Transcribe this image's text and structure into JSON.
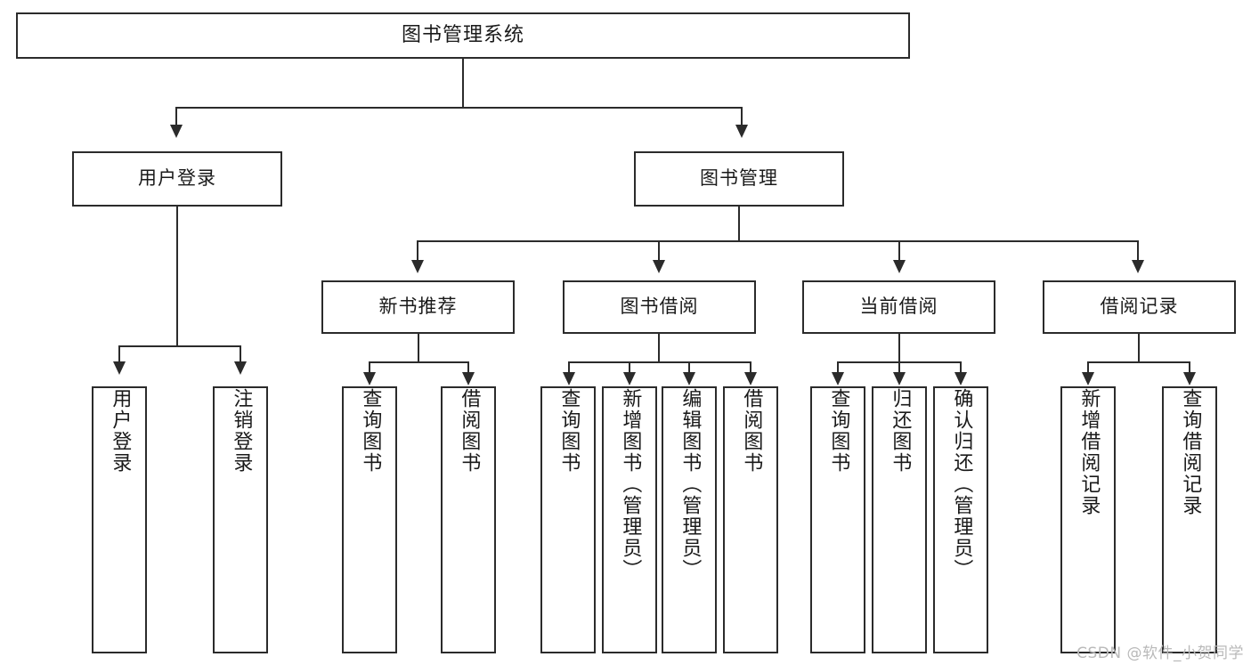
{
  "diagram": {
    "title": "图书管理系统",
    "type": "tree-hierarchy-diagram",
    "colors": {
      "stroke": "#2b2b2b",
      "fill": "#ffffff",
      "text": "#1a1a1a",
      "watermark": "#b9b9b9"
    },
    "levels": {
      "root": {
        "label": "图书管理系统"
      },
      "level2": [
        {
          "label": "用户登录"
        },
        {
          "label": "图书管理"
        }
      ],
      "level3": [
        {
          "label": "新书推荐"
        },
        {
          "label": "图书借阅"
        },
        {
          "label": "当前借阅"
        },
        {
          "label": "借阅记录"
        }
      ],
      "leaves": {
        "user_login": [
          {
            "label": "用户登录"
          },
          {
            "label": "注销登录"
          }
        ],
        "new_book_recommend": [
          {
            "label": "查询图书"
          },
          {
            "label": "借阅图书"
          }
        ],
        "book_borrow": [
          {
            "label": "查询图书"
          },
          {
            "label": "新增图书（管理员）"
          },
          {
            "label": "编辑图书（管理员）"
          },
          {
            "label": "借阅图书"
          }
        ],
        "current_borrow": [
          {
            "label": "查询图书"
          },
          {
            "label": "归还图书"
          },
          {
            "label": "确认归还（管理员）"
          }
        ],
        "borrow_record": [
          {
            "label": "新增借阅记录"
          },
          {
            "label": "查询借阅记录"
          }
        ]
      }
    }
  },
  "watermark": {
    "text": "CSDN @软件_小贺同学"
  }
}
